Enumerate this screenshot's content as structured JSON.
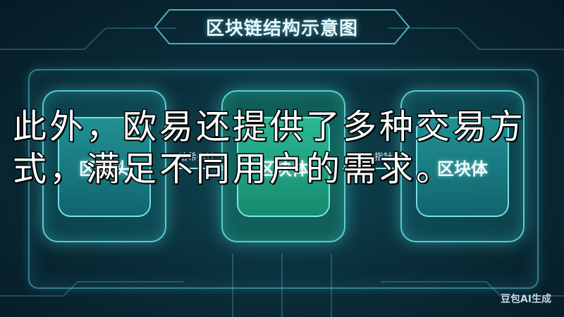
{
  "title": "区块链结构示意图",
  "nodes": [
    {
      "label": "区块头"
    },
    {
      "label": "区块体"
    },
    {
      "label": "区块体"
    }
  ],
  "arrows": [
    {
      "label": "哈希指针"
    },
    {
      "label": "哈希指针"
    }
  ],
  "overlay_text": "此外，欧易还提供了多种交易方式，满足不同用户的需求。",
  "watermark": "豆包AI生成",
  "colors": {
    "background": "#0a2e3a",
    "accent": "#6eeaea",
    "middle_node": "#2bb894"
  }
}
